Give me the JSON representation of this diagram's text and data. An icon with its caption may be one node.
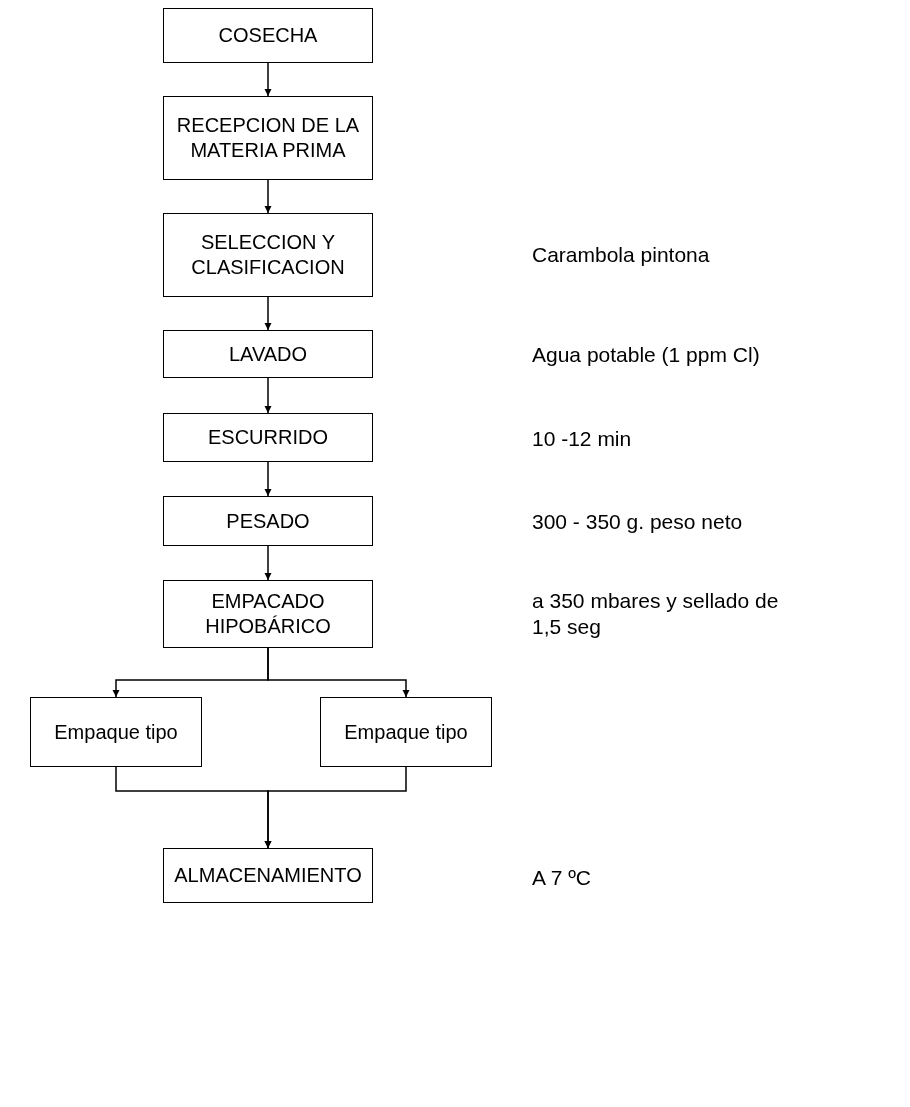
{
  "diagram": {
    "nodes": [
      {
        "text": [
          "COSECHA"
        ]
      },
      {
        "text": [
          "RECEPCION DE LA MATERIA PRIMA"
        ]
      },
      {
        "text": [
          "SELECCION Y CLASIFICACION"
        ]
      },
      {
        "text": [
          "LAVADO"
        ]
      },
      {
        "text": [
          "ESCURRIDO"
        ]
      },
      {
        "text": [
          "PESADO"
        ]
      },
      {
        "text": [
          "EMPACADO HIPOBÁRICO"
        ]
      },
      {
        "text": [
          "Empaque tipo"
        ]
      },
      {
        "text": [
          "Empaque tipo"
        ]
      },
      {
        "text": [
          "ALMACENAMIENTO"
        ]
      }
    ],
    "edges": [
      {
        "from": 0,
        "to": 1,
        "arrow": "to"
      },
      {
        "from": 1,
        "to": 2,
        "arrow": "to"
      },
      {
        "from": 2,
        "to": 3,
        "arrow": "to"
      },
      {
        "from": 3,
        "to": 4,
        "arrow": "to"
      },
      {
        "from": 4,
        "to": 5,
        "arrow": "to"
      },
      {
        "from": 5,
        "to": 6,
        "arrow": "to"
      },
      {
        "from": 6,
        "to": 7,
        "arrow": "to"
      },
      {
        "from": 6,
        "to": 8,
        "arrow": "to"
      },
      {
        "from": 7,
        "to": 9,
        "arrow": "to"
      },
      {
        "from": 8,
        "to": 9,
        "arrow": "to"
      }
    ],
    "labels": [
      "Carambola pintona",
      "Agua potable (1 ppm Cl)",
      "10 -12  min",
      "300 - 350 g. peso neto",
      "a 350 mbares y sellado de 1,5 seg",
      "A 7 ºC"
    ]
  }
}
